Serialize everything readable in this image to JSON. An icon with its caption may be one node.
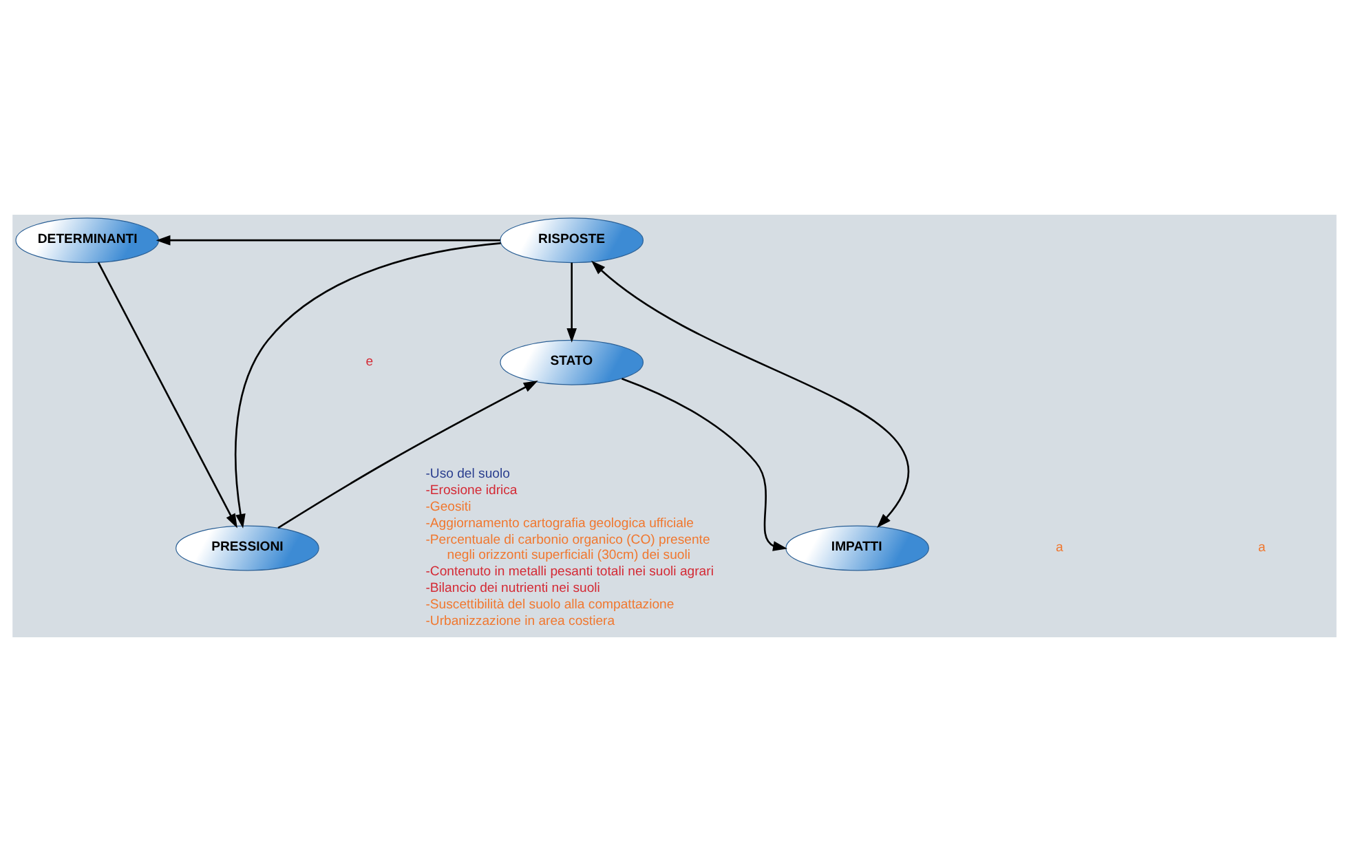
{
  "diagram": {
    "nodes": [
      {
        "text": [
          "DETERMINANTI"
        ]
      },
      {
        "text": [
          "RISPOSTE"
        ]
      },
      {
        "text": [
          "STATO"
        ]
      },
      {
        "text": [
          "PRESSIONI"
        ]
      },
      {
        "text": [
          "IMPATTI"
        ]
      }
    ],
    "edges": [
      {
        "from": 1,
        "to": 0,
        "arrow": "to"
      },
      {
        "from": 0,
        "to": 3,
        "arrow": "to"
      },
      {
        "from": 1,
        "to": 3,
        "arrow": "to"
      },
      {
        "from": 1,
        "to": 2,
        "arrow": "to"
      },
      {
        "from": 3,
        "to": 2,
        "arrow": "to"
      },
      {
        "from": 2,
        "to": 4,
        "arrow": "to"
      },
      {
        "from": 1,
        "to": 4,
        "arrow": "both"
      }
    ],
    "labels": [
      "e",
      "a",
      "a",
      "-Uso del suolo",
      "-Erosione idrica",
      "-Geositi",
      "-Aggiornamento cartografia geologica ufficiale",
      "-Percentuale di carbonio organico (CO) presente negli orizzonti superficiali (30cm) dei suoli",
      "-Contenuto in metalli pesanti totali nei suoli agrari",
      "-Bilancio dei nutrienti nei suoli",
      "-Suscettibilità del suolo alla compattazione",
      "-Urbanizzazione in area costiera"
    ]
  }
}
